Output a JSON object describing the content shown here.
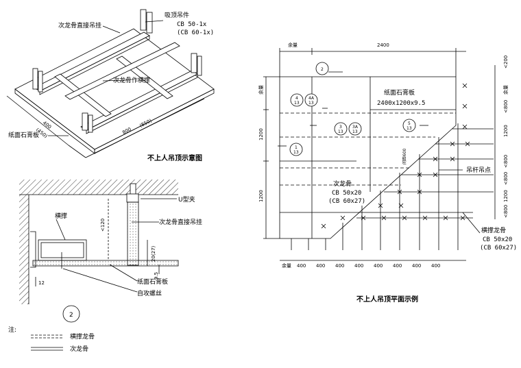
{
  "iso": {
    "label_secondary_hanger": "次龙骨直接吊挂",
    "label_hanger_1": "吸顶吊件",
    "label_hanger_2": "CB 50-1x",
    "label_hanger_3": "(CB 60-1x)",
    "label_brace": "次龙骨作横撑",
    "label_board": "纸面石膏板",
    "dim_400": "400",
    "dim_450": "(450)",
    "dim_800": "800",
    "dim_850": "(850)",
    "caption": "不上人吊顶示意图"
  },
  "section": {
    "label_u_clip": "U型夹",
    "label_brace": "横撑",
    "label_secondary_hanger": "次龙骨直接吊挂",
    "dim_120": "<120",
    "dim_20": "20(27)",
    "dim_95": "9.5",
    "dim_12": "12",
    "label_board": "纸面石膏板",
    "label_screw": "自攻螺丝",
    "detail_number": "2"
  },
  "legend": {
    "note": "注:",
    "item1": "横撑龙骨",
    "item2": "次龙骨"
  },
  "plan": {
    "top_left": "余量",
    "top_2400": "2400",
    "side_left_1": "余量",
    "side_left_1200a": "1200",
    "side_left_1200b": "1200",
    "marker_2": "2",
    "marker_4a": "4",
    "marker_4b": "13",
    "marker_4A": "4A",
    "marker_4Ab": "13",
    "marker_3": "3",
    "marker_3b": "13",
    "marker_3A": "3A",
    "marker_3Ab": "13",
    "marker_5": "5",
    "marker_5b": "13",
    "marker_1": "1",
    "marker_1b": "13",
    "label_board": "纸面石膏板",
    "label_board_size": "2400x1200x9.5",
    "label_spacing": "间距600",
    "label_hanger_point": "吊杆吊点",
    "label_secondary": "次龙骨",
    "label_secondary_cb1": "CB 50x20",
    "label_secondary_cb2": "(CB 60x27)",
    "label_brace": "横撑龙骨",
    "label_brace_cb1": "CB 50x20",
    "label_brace_cb2": "(CB 60x27)",
    "right_dims": [
      "<200",
      "余量",
      "<800",
      "1200",
      "<800",
      "<800",
      "1200",
      "<800"
    ],
    "bottom_first": "余量",
    "bottom_dims": [
      "400",
      "400",
      "400",
      "400",
      "400",
      "400",
      "400",
      "400"
    ],
    "caption": "不上人吊顶平面示例"
  }
}
